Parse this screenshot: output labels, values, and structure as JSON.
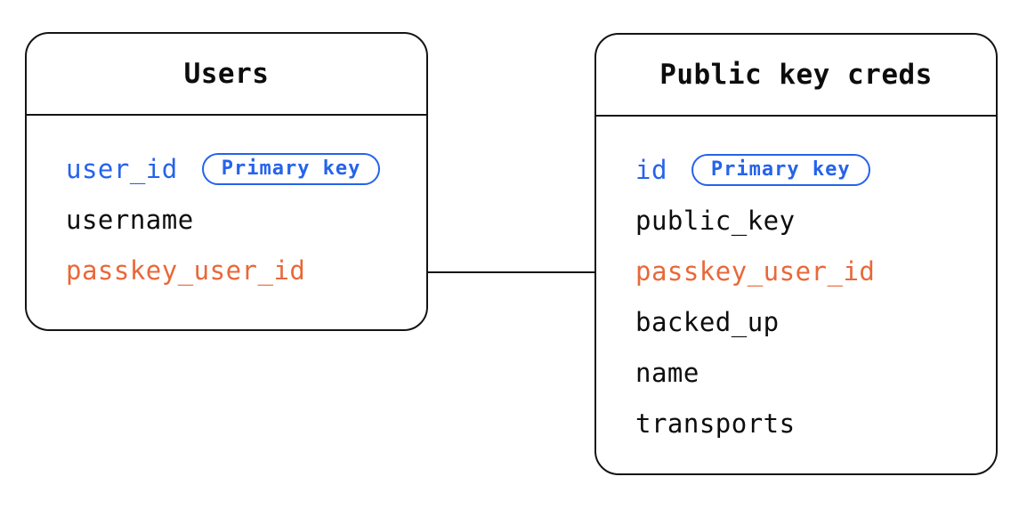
{
  "diagram": {
    "tables": [
      {
        "title": "Users",
        "fields": [
          {
            "name": "user_id",
            "role": "primary-key",
            "badge": "Primary key"
          },
          {
            "name": "username",
            "role": "plain"
          },
          {
            "name": "passkey_user_id",
            "role": "foreign-key"
          }
        ]
      },
      {
        "title": "Public key creds",
        "fields": [
          {
            "name": "id",
            "role": "primary-key",
            "badge": "Primary key"
          },
          {
            "name": "public_key",
            "role": "plain"
          },
          {
            "name": "passkey_user_id",
            "role": "foreign-key"
          },
          {
            "name": "backed_up",
            "role": "plain"
          },
          {
            "name": "name",
            "role": "plain"
          },
          {
            "name": "transports",
            "role": "plain"
          }
        ]
      }
    ],
    "relation": {
      "from": "Users.passkey_user_id",
      "to": "Public key creds.passkey_user_id",
      "style": "plain-line"
    },
    "colors": {
      "primary_blue": "#2563eb",
      "foreign_orange": "#e8683a",
      "line": "#141414",
      "text": "#0d0d0d",
      "background": "#ffffff"
    }
  }
}
